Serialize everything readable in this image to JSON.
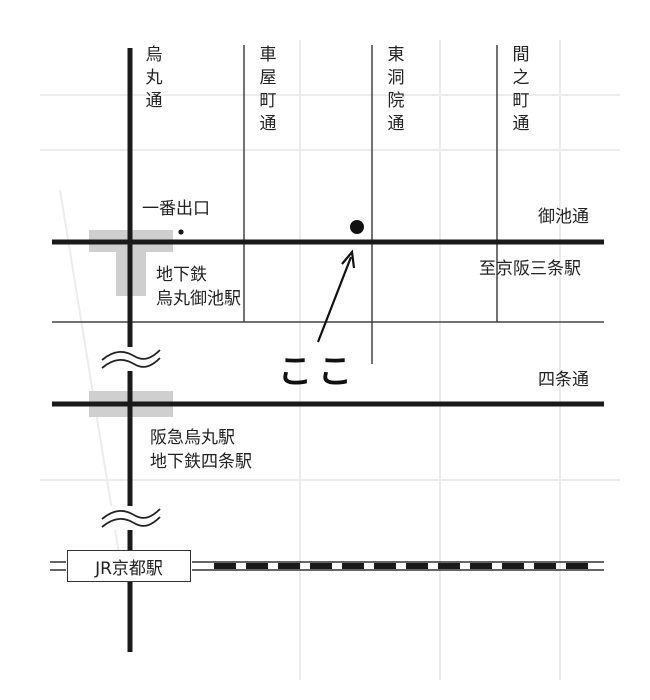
{
  "streets": {
    "karasuma": "烏丸通",
    "kuruma_yamachi": "車屋町通",
    "higashinotoin": "東洞院通",
    "ainomachi": "間之町通",
    "oike": "御池通",
    "shijo": "四条通"
  },
  "stations": {
    "exit_1": "一番出口",
    "karasuma_oike": [
      "地下鉄",
      "烏丸御池駅"
    ],
    "to_keihan": "至京阪三条駅",
    "shijo": [
      "阪急烏丸駅",
      "地下鉄四条駅"
    ],
    "jr_kyoto": "JR京都駅"
  },
  "marker": {
    "here_label": "ここ"
  },
  "colors": {
    "road": "#1a1a1a",
    "thin_road": "#444444",
    "station_block": "#cfcfcf",
    "background": "#ffffff"
  }
}
